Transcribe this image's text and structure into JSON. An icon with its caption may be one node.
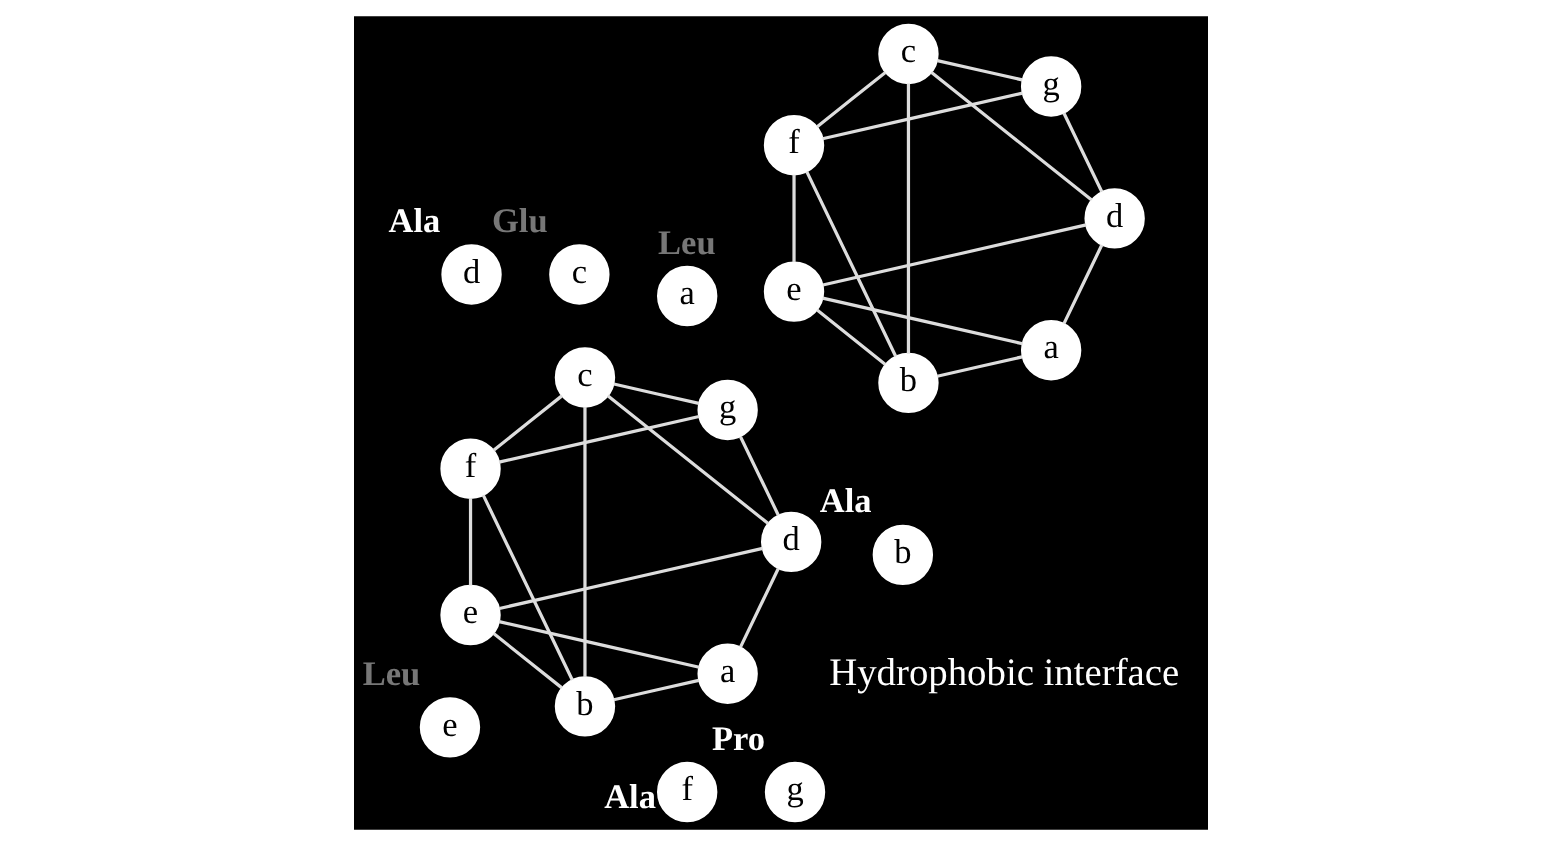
{
  "diagram": {
    "nodes": [
      {
        "text": [
          "a"
        ]
      },
      {
        "text": [
          "b"
        ]
      },
      {
        "text": [
          "c"
        ]
      },
      {
        "text": [
          "d"
        ]
      },
      {
        "text": [
          "e"
        ]
      },
      {
        "text": [
          "f"
        ]
      },
      {
        "text": [
          "g"
        ]
      },
      {
        "text": [
          "a"
        ]
      },
      {
        "text": [
          "b"
        ]
      },
      {
        "text": [
          "c"
        ]
      },
      {
        "text": [
          "d"
        ]
      },
      {
        "text": [
          "e"
        ]
      },
      {
        "text": [
          "f"
        ]
      },
      {
        "text": [
          "g"
        ]
      },
      {
        "text": [
          "a"
        ],
        "beside": [
          "Leu"
        ]
      },
      {
        "text": [
          "b"
        ],
        "beside": [
          "Ala"
        ]
      },
      {
        "text": [
          "c"
        ],
        "beside": [
          "Glu"
        ]
      },
      {
        "text": [
          "d"
        ],
        "beside": [
          "Ala"
        ]
      },
      {
        "text": [
          "e"
        ],
        "beside": [
          "Leu"
        ]
      },
      {
        "text": [
          "f"
        ],
        "beside": [
          "Ala"
        ]
      },
      {
        "text": [
          "g"
        ],
        "beside": [
          "Pro"
        ]
      }
    ],
    "edges": [
      {
        "from": 3,
        "to": 0,
        "arrow": "none"
      },
      {
        "from": 0,
        "to": 4,
        "arrow": "none"
      },
      {
        "from": 4,
        "to": 1,
        "arrow": "none"
      },
      {
        "from": 1,
        "to": 5,
        "arrow": "none"
      },
      {
        "from": 5,
        "to": 2,
        "arrow": "none"
      },
      {
        "from": 2,
        "to": 6,
        "arrow": "none"
      },
      {
        "from": 6,
        "to": 3,
        "arrow": "none"
      },
      {
        "from": 0,
        "to": 1,
        "arrow": "none"
      },
      {
        "from": 1,
        "to": 2,
        "arrow": "none"
      },
      {
        "from": 2,
        "to": 3,
        "arrow": "none"
      },
      {
        "from": 3,
        "to": 4,
        "arrow": "none"
      },
      {
        "from": 4,
        "to": 5,
        "arrow": "none"
      },
      {
        "from": 5,
        "to": 6,
        "arrow": "none"
      },
      {
        "from": 12,
        "to": 9,
        "arrow": "none"
      },
      {
        "from": 9,
        "to": 13,
        "arrow": "none"
      },
      {
        "from": 13,
        "to": 10,
        "arrow": "none"
      },
      {
        "from": 10,
        "to": 7,
        "arrow": "none"
      },
      {
        "from": 7,
        "to": 11,
        "arrow": "none"
      },
      {
        "from": 11,
        "to": 8,
        "arrow": "none"
      },
      {
        "from": 8,
        "to": 12,
        "arrow": "none"
      },
      {
        "from": 7,
        "to": 8,
        "arrow": "none"
      },
      {
        "from": 8,
        "to": 9,
        "arrow": "none"
      },
      {
        "from": 9,
        "to": 10,
        "arrow": "none"
      },
      {
        "from": 10,
        "to": 11,
        "arrow": "none"
      },
      {
        "from": 11,
        "to": 12,
        "arrow": "none"
      },
      {
        "from": 12,
        "to": 13,
        "arrow": "none"
      }
    ],
    "labels": [
      "Hydrophobic interface"
    ]
  }
}
